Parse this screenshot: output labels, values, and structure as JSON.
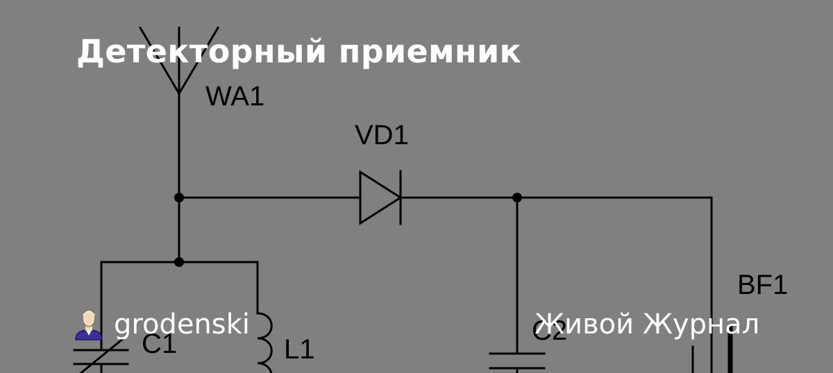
{
  "post": {
    "title": "Детекторный приемник",
    "author": "grodenski",
    "site": "Живой Журнал"
  },
  "schematic": {
    "labels": {
      "antenna": "WA1",
      "diode": "VD1",
      "capacitor1": "C1",
      "inductor": "L1",
      "capacitor2": "C2",
      "headphone": "BF1"
    }
  },
  "colors": {
    "background": "#808080",
    "wire": "#000000",
    "text": "#ffffff",
    "avatar_suit": "#3d2f9c"
  }
}
